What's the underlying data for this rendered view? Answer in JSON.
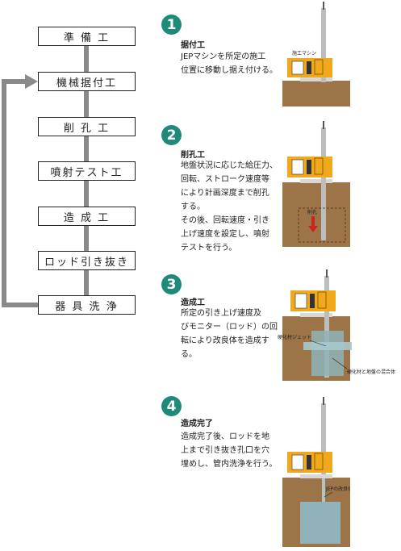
{
  "flow": {
    "steps": [
      "準 備 工",
      "機械据付工",
      "削 孔 工",
      "噴射テスト工",
      "造 成 工",
      "ロッド引き抜き",
      "器 具 洗 浄"
    ]
  },
  "steps": [
    {
      "num": "1",
      "title": "据付工",
      "desc": "JEPマシンを所定の施工\n位置に移動し据え付ける。",
      "label": "施工マシン"
    },
    {
      "num": "2",
      "title": "削孔工",
      "desc": "地盤状況に応じた給圧力、\n回転、ストローク速度等\nにより計画深度まで削孔\nする。\nその後、回転速度・引き\n上げ速度を設定し、噴射\nテストを行う。",
      "label": "削孔"
    },
    {
      "num": "3",
      "title": "造成工",
      "desc": "所定の引き上げ速度及\nびモニター（ロッド）の回\n転により改良体を造成する。",
      "label_a": "硬化材ジェット",
      "label_b": "硬化材と地盤の混合体"
    },
    {
      "num": "4",
      "title": "造成完了",
      "desc": "造成完了後、ロッドを地\n上まで引き抜き孔口を穴\n埋めし、管内洗浄を行う。",
      "label": "JEPの改良体"
    }
  ],
  "colors": {
    "accent": "#1f8a7a",
    "machine": "#f0a81c",
    "soil": "#9c7448",
    "arrow": "#8a8a8a"
  }
}
